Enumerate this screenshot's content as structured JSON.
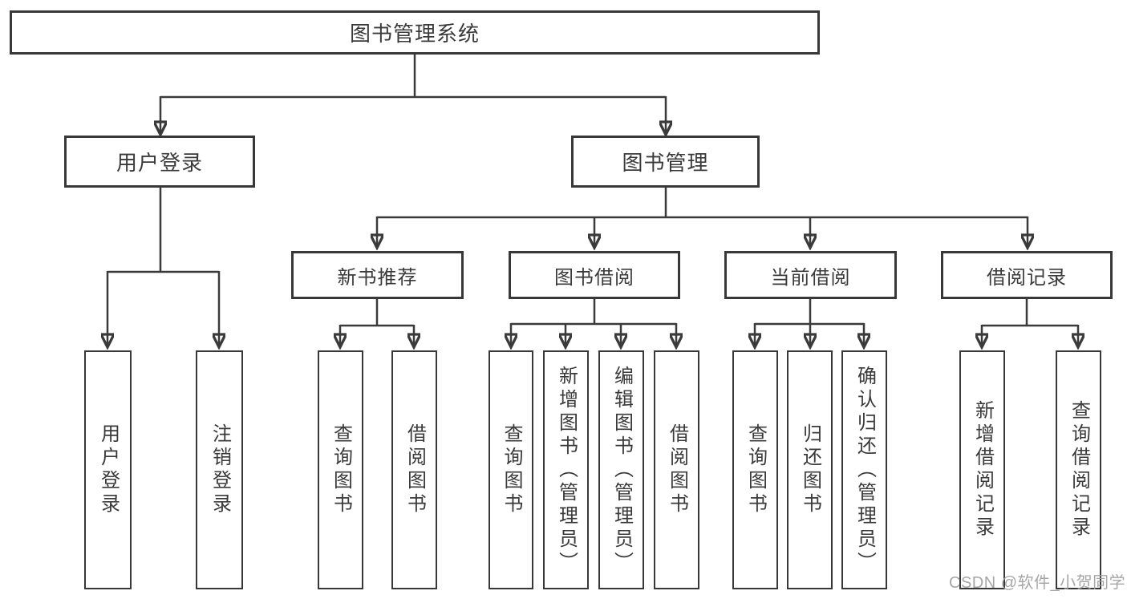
{
  "diagram": {
    "type": "functional-structure-tree",
    "root": {
      "label": "图书管理系统"
    },
    "branches": [
      {
        "label": "用户登录",
        "leaves": [
          {
            "label": "用户登录"
          },
          {
            "label": "注销登录"
          }
        ]
      },
      {
        "label": "图书管理",
        "groups": [
          {
            "label": "新书推荐",
            "leaves": [
              {
                "label": "查询图书"
              },
              {
                "label": "借阅图书"
              }
            ]
          },
          {
            "label": "图书借阅",
            "leaves": [
              {
                "label": "查询图书"
              },
              {
                "label": "新增图书（管理员）"
              },
              {
                "label": "编辑图书（管理员）"
              },
              {
                "label": "借阅图书"
              }
            ]
          },
          {
            "label": "当前借阅",
            "leaves": [
              {
                "label": "查询图书"
              },
              {
                "label": "归还图书"
              },
              {
                "label": "确认归还（管理员）"
              }
            ]
          },
          {
            "label": "借阅记录",
            "leaves": [
              {
                "label": "新增借阅记录"
              },
              {
                "label": "查询借阅记录"
              }
            ]
          }
        ]
      }
    ]
  },
  "watermark": {
    "text": "CSDN @软件_小贺同学",
    "color": "#9e9e9e"
  },
  "colors": {
    "background": "#ffffff",
    "line": "#3a3a3a",
    "box_border": "#383838",
    "box_fill": "#ffffff",
    "text": "#3a3a3a"
  }
}
